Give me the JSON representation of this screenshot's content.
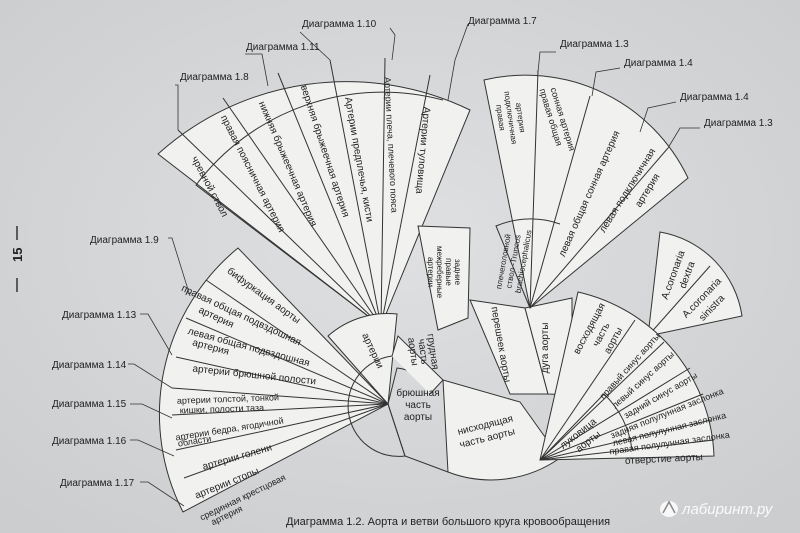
{
  "page_number": "15",
  "caption": "Диаграмма 1.2. Аорта и ветви большого круга кровообращения",
  "watermark": "лабиринт.ру",
  "diagram_refs": {
    "d110": "Диаграмма 1.10",
    "d17": "Диаграмма 1.7",
    "d111": "Диаграмма 1.11",
    "d13a": "Диаграмма 1.3",
    "d18": "Диаграмма 1.8",
    "d14a": "Диаграмма 1.4",
    "d14b": "Диаграмма 1.4",
    "d13b": "Диаграмма 1.3",
    "d19": "Диаграмма 1.9",
    "d113": "Диаграмма 1.13",
    "d114": "Диаграмма 1.14",
    "d115": "Диаграмма 1.15",
    "d116": "Диаграмма 1.16",
    "d117": "Диаграмма 1.17"
  },
  "top_fan": [
    "чревной ствол",
    "правая поясничная артерия",
    "нижняя брыжеечная артерия",
    "верхняя брыжеечная артерия",
    "Артерии предплечья, кисти",
    "Артерии плеча, плечевого пояса",
    "Артерии туловища"
  ],
  "center": {
    "arteries": "артерии",
    "abdominal": [
      "брюшная",
      "часть",
      "аорты"
    ],
    "thoracic": [
      "грудная",
      "часть",
      "аорты"
    ],
    "descending": [
      "нисходящая",
      "часть аорты"
    ],
    "isthmus": "перешеек аорты",
    "arch": "дуга аорты",
    "ascending": [
      "восходящая",
      "часть",
      "аорты"
    ],
    "bulb": [
      "луковица",
      "аорты"
    ],
    "thoracic_branches": [
      "задние",
      "правые",
      "межреберные",
      "артерии"
    ]
  },
  "left_fan": [
    [
      "бифуркация аорты"
    ],
    [
      "правая общая подвздошная",
      "артерия"
    ],
    [
      "левая общая подвздошная",
      "артерия"
    ],
    [
      "артерии брюшной полости"
    ],
    [
      "артерии толстой, тонкой",
      "кишки, полости таза"
    ],
    [
      "артерии бедра, ягодичной",
      "области"
    ],
    [
      "артерии голени"
    ],
    [
      "артерии стопы"
    ],
    [
      "срединная крестцовая",
      "артерия"
    ]
  ],
  "right_upper": [
    [
      "правая",
      "подключичная",
      "артерия"
    ],
    [
      "правая общая",
      "сонная артерия"
    ],
    [
      "плечеголовной",
      "ствол -Truncus",
      "brachiocephalicus"
    ],
    [
      "левая общая сонная артерия"
    ],
    [
      "левая подключичная",
      "артерия"
    ]
  ],
  "coronary": [
    "A.coronaria",
    "dextra",
    "A.coronaria",
    "sinistra"
  ],
  "right_lower": [
    "правый синус аорты",
    "левый синус аорты",
    "задний синус аорты",
    "задняя полулунная заслонка",
    "левая полулунная заслонка",
    "правая полулунная заслонка",
    "отверстие аорты"
  ],
  "colors": {
    "paper": "#d6d7d9",
    "ink": "#333333",
    "fill": "#f1f1f0"
  }
}
